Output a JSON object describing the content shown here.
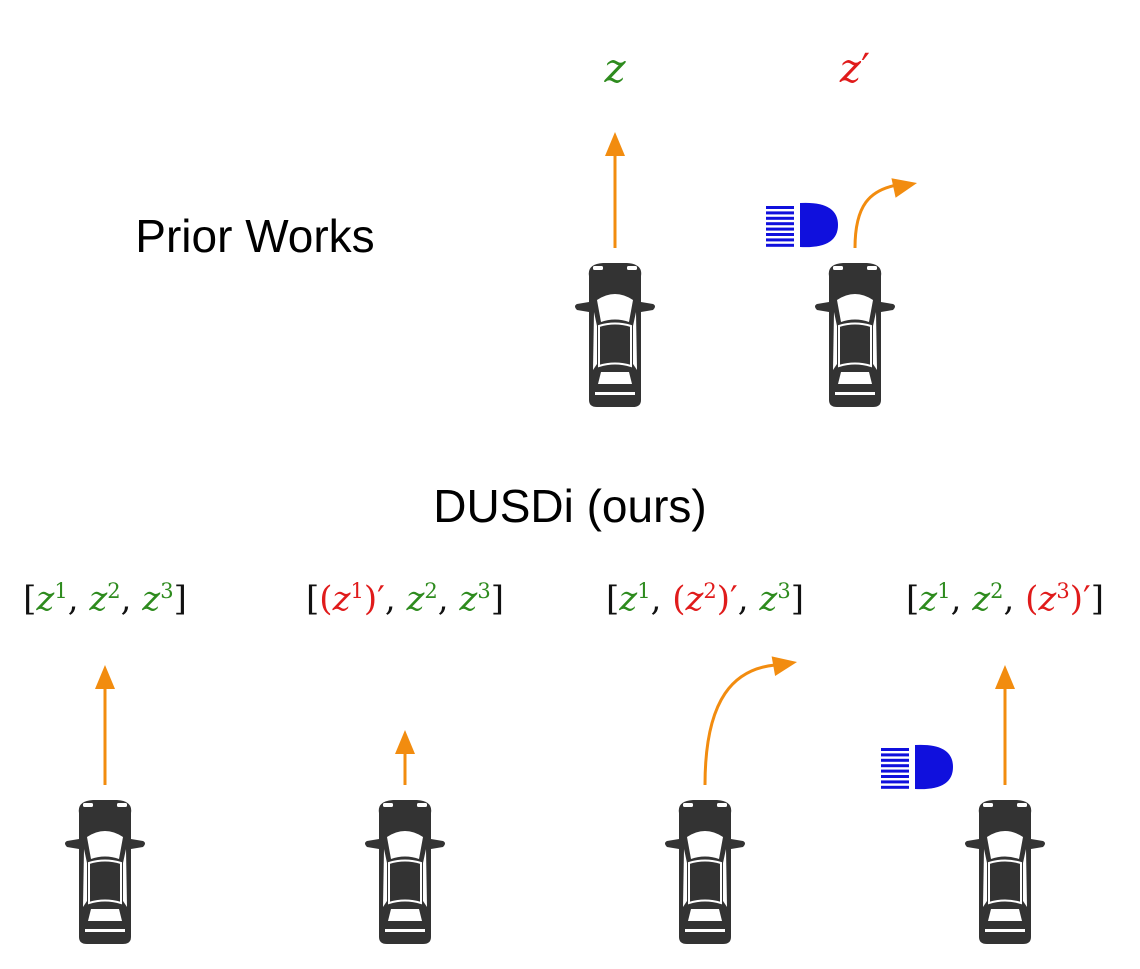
{
  "colors": {
    "green": "#2e8b1e",
    "red": "#e01b1b",
    "black": "#111111",
    "arrow": "#f28c0f",
    "car": "#333333",
    "headlight": "#1010dd"
  },
  "prior": {
    "title": "Prior Works",
    "skills": [
      {
        "parts": [
          {
            "t": "z",
            "c": "green",
            "it": true
          }
        ],
        "motion": "straight",
        "headlight": false
      },
      {
        "parts": [
          {
            "t": "z",
            "c": "red",
            "it": true
          },
          {
            "t": "′",
            "c": "red"
          }
        ],
        "motion": "turn",
        "headlight": true
      }
    ]
  },
  "ours": {
    "title": "DUSDi (ours)",
    "skills": [
      {
        "parts": [
          {
            "t": "[",
            "c": "black"
          },
          {
            "t": "z",
            "c": "green",
            "it": true
          },
          {
            "t": "1",
            "c": "green",
            "sup": true
          },
          {
            "t": ", ",
            "c": "black"
          },
          {
            "t": "z",
            "c": "green",
            "it": true
          },
          {
            "t": "2",
            "c": "green",
            "sup": true
          },
          {
            "t": ", ",
            "c": "black"
          },
          {
            "t": "z",
            "c": "green",
            "it": true
          },
          {
            "t": "3",
            "c": "green",
            "sup": true
          },
          {
            "t": "]",
            "c": "black"
          }
        ],
        "motion": "straight",
        "headlight": false
      },
      {
        "parts": [
          {
            "t": "[",
            "c": "black"
          },
          {
            "t": "(",
            "c": "red"
          },
          {
            "t": "z",
            "c": "red",
            "it": true
          },
          {
            "t": "1",
            "c": "red",
            "sup": true
          },
          {
            "t": ")′",
            "c": "red"
          },
          {
            "t": ", ",
            "c": "black"
          },
          {
            "t": "z",
            "c": "green",
            "it": true
          },
          {
            "t": "2",
            "c": "green",
            "sup": true
          },
          {
            "t": ", ",
            "c": "black"
          },
          {
            "t": "z",
            "c": "green",
            "it": true
          },
          {
            "t": "3",
            "c": "green",
            "sup": true
          },
          {
            "t": "]",
            "c": "black"
          }
        ],
        "motion": "short",
        "headlight": false
      },
      {
        "parts": [
          {
            "t": "[",
            "c": "black"
          },
          {
            "t": "z",
            "c": "green",
            "it": true
          },
          {
            "t": "1",
            "c": "green",
            "sup": true
          },
          {
            "t": ", ",
            "c": "black"
          },
          {
            "t": "(",
            "c": "red"
          },
          {
            "t": "z",
            "c": "red",
            "it": true
          },
          {
            "t": "2",
            "c": "red",
            "sup": true
          },
          {
            "t": ")′",
            "c": "red"
          },
          {
            "t": ", ",
            "c": "black"
          },
          {
            "t": "z",
            "c": "green",
            "it": true
          },
          {
            "t": "3",
            "c": "green",
            "sup": true
          },
          {
            "t": "]",
            "c": "black"
          }
        ],
        "motion": "turn",
        "headlight": false
      },
      {
        "parts": [
          {
            "t": "[",
            "c": "black"
          },
          {
            "t": "z",
            "c": "green",
            "it": true
          },
          {
            "t": "1",
            "c": "green",
            "sup": true
          },
          {
            "t": ", ",
            "c": "black"
          },
          {
            "t": "z",
            "c": "green",
            "it": true
          },
          {
            "t": "2",
            "c": "green",
            "sup": true
          },
          {
            "t": ", ",
            "c": "black"
          },
          {
            "t": "(",
            "c": "red"
          },
          {
            "t": "z",
            "c": "red",
            "it": true
          },
          {
            "t": "3",
            "c": "red",
            "sup": true
          },
          {
            "t": ")′",
            "c": "red"
          },
          {
            "t": "]",
            "c": "black"
          }
        ],
        "motion": "straight",
        "headlight": true
      }
    ]
  }
}
